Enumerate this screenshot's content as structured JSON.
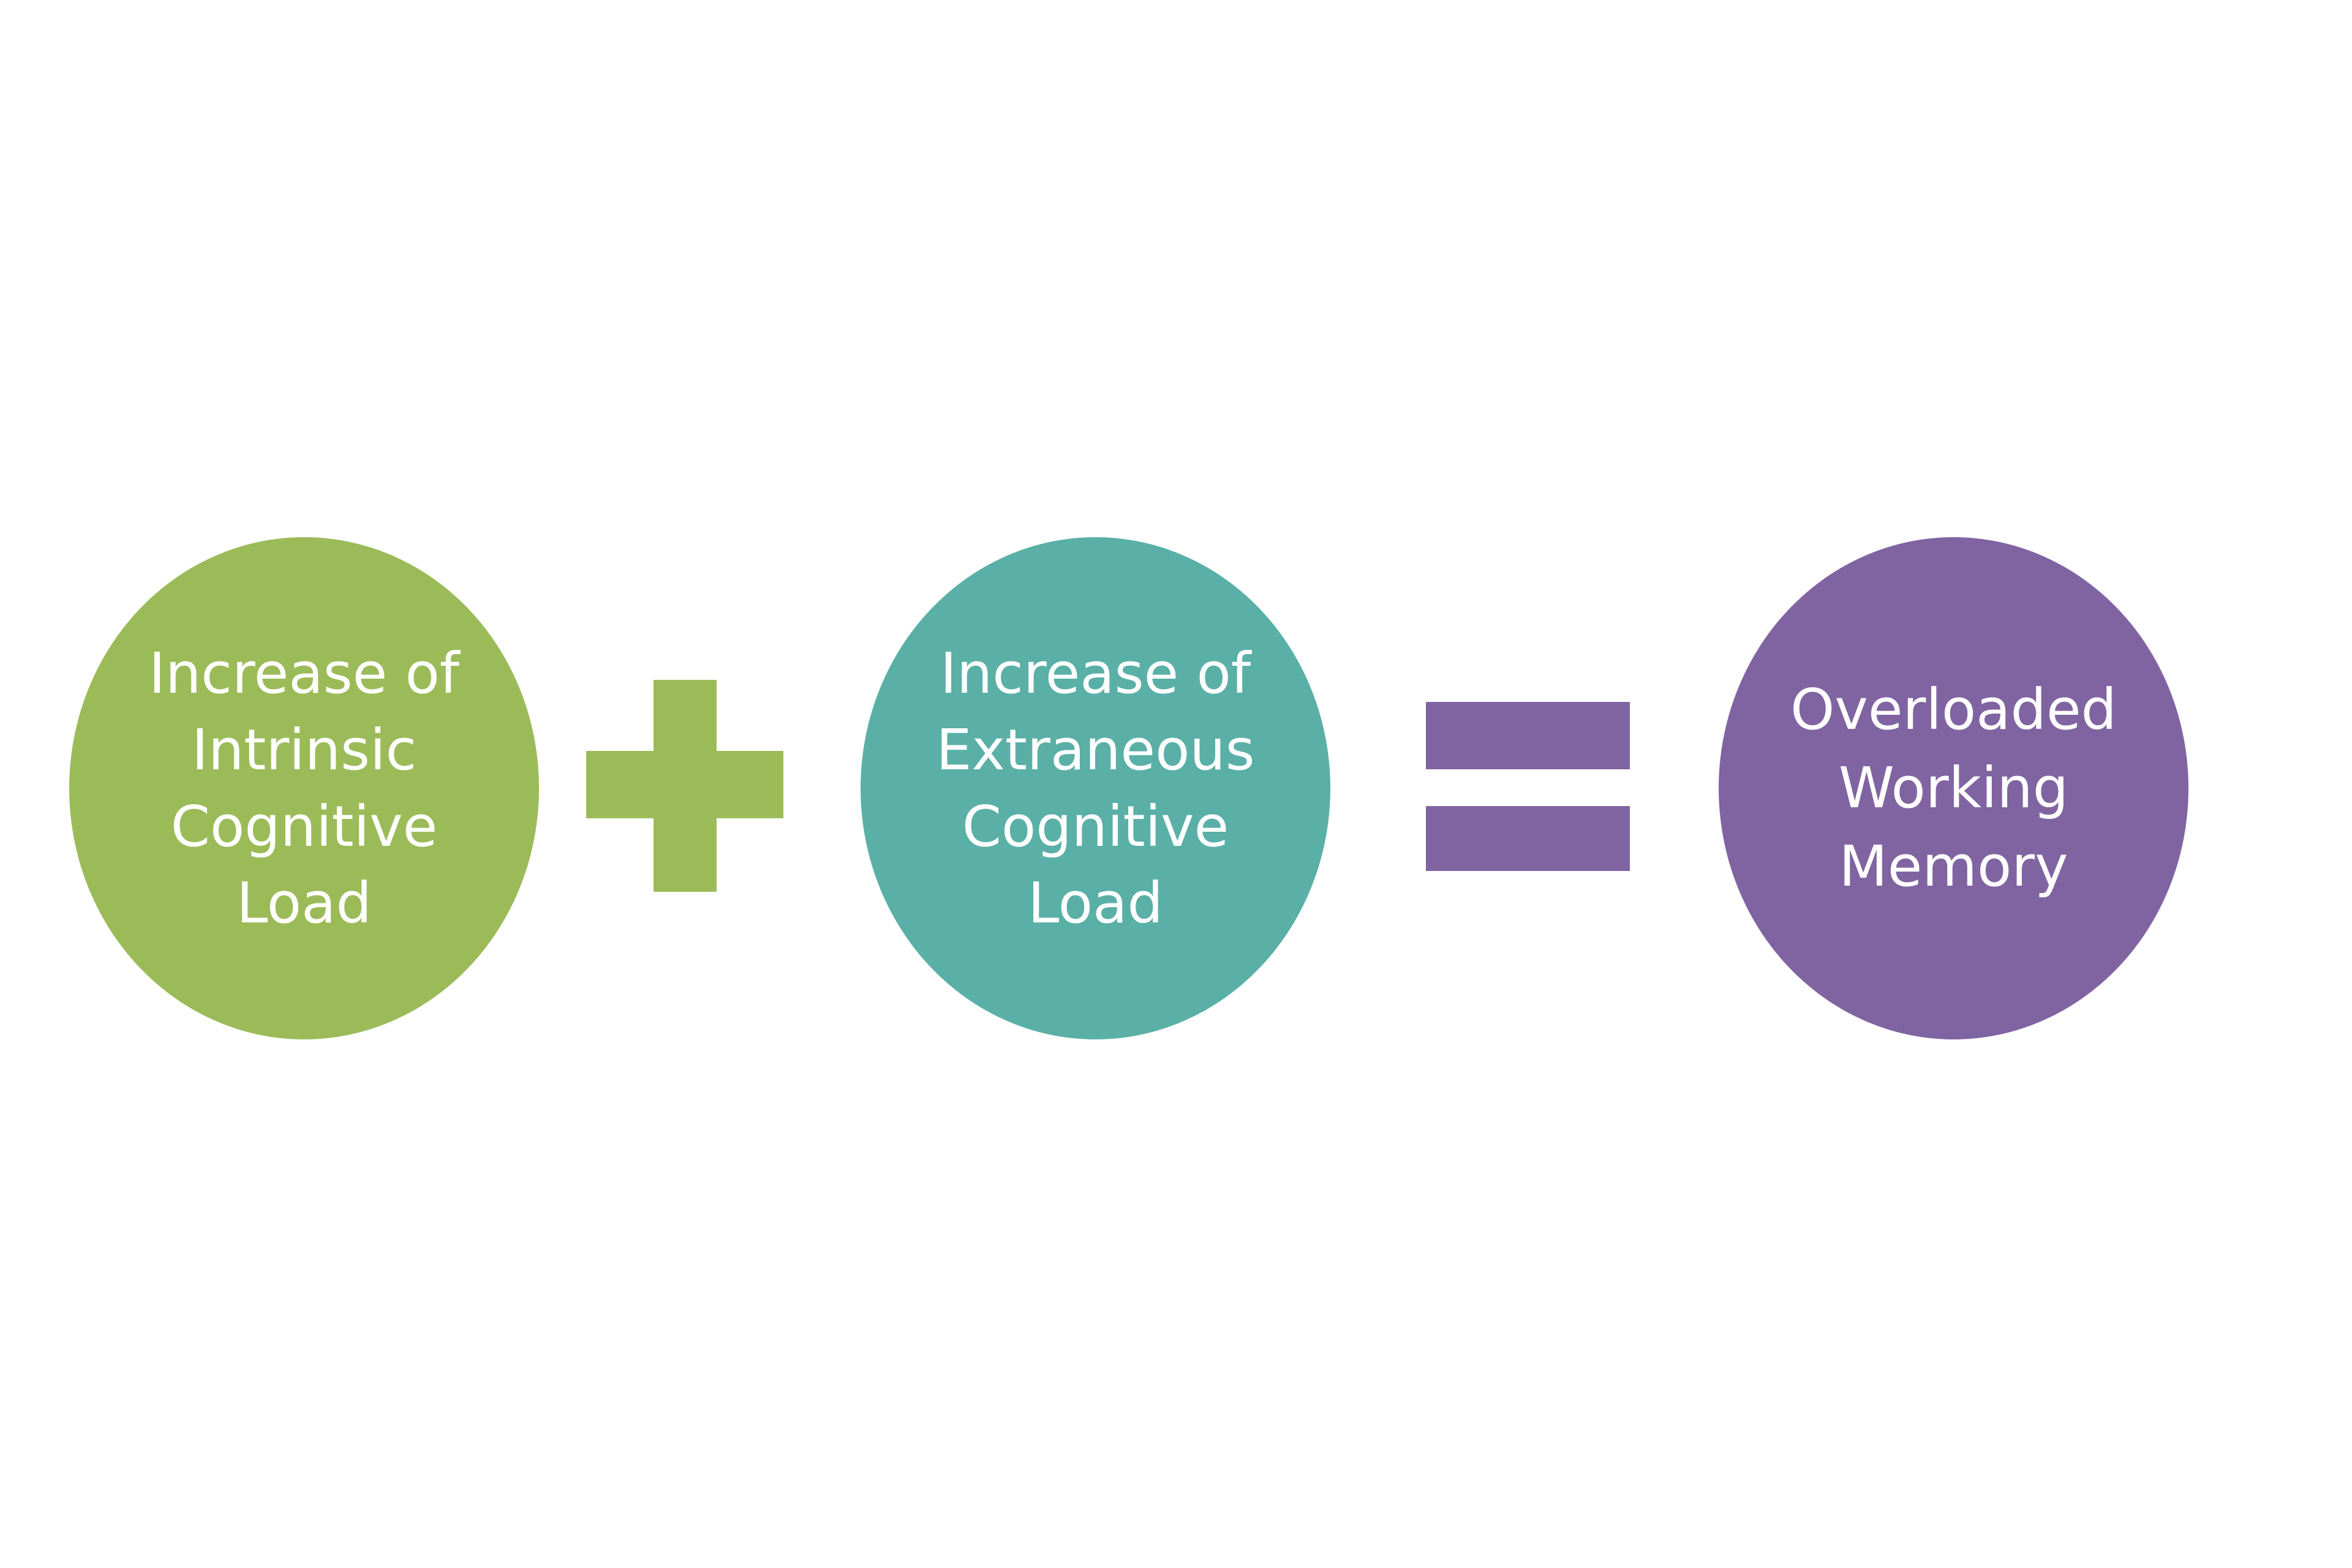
{
  "diagram": {
    "circles": [
      {
        "id": "intrinsic",
        "lines": [
          "Increase of",
          "Intrinsic",
          "Cognitive",
          "Load"
        ],
        "color": "#9bbb59"
      },
      {
        "id": "extraneous",
        "lines": [
          "Increase of",
          "Extraneous",
          "Cognitive",
          "Load"
        ],
        "color": "#5ab0a6"
      },
      {
        "id": "overloaded",
        "lines": [
          "Overloaded",
          "Working",
          "Memory"
        ],
        "color": "#8064a2"
      }
    ],
    "operators": {
      "plus": {
        "symbol": "+",
        "color": "#9bbb59",
        "icon": "plus-icon"
      },
      "equals": {
        "symbol": "=",
        "color": "#8064a2",
        "icon": "equals-icon"
      }
    }
  }
}
